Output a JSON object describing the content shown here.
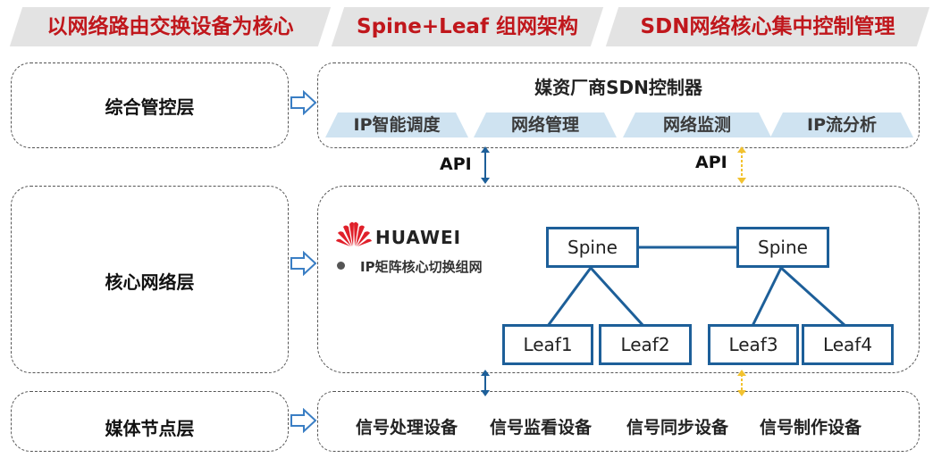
{
  "banners": [
    "以网络路由交换设备为核心",
    "Spine+Leaf 组网架构",
    "SDN网络核心集中控制管理"
  ],
  "layers": {
    "management": "综合管控层",
    "core": "核心网络层",
    "node": "媒体节点层"
  },
  "controller": {
    "title": "媒资厂商SDN控制器",
    "modules": [
      "IP智能调度",
      "网络管理",
      "网络监测",
      "IP流分析"
    ]
  },
  "api": [
    "API",
    "API"
  ],
  "core": {
    "brand": "HUAWEI",
    "bullet": "IP矩阵核心切换组网",
    "spines": [
      "Spine",
      "Spine"
    ],
    "leaves": [
      "Leaf1",
      "Leaf2",
      "Leaf3",
      "Leaf4"
    ]
  },
  "signals": [
    "信号处理设备",
    "信号监看设备",
    "信号同步设备",
    "信号制作设备"
  ],
  "colors": {
    "banner_text": "#c0171c",
    "banner_bg": "#e3e3e3",
    "node_border": "#1d5f99",
    "api_solid": "#1d5f99",
    "api_dashed": "#f2c230",
    "module_bg": "#cfe3f1",
    "arrow_outline": "#3a7ec4",
    "brand_red": "#e0202a"
  },
  "icons": [
    "huawei-logo-icon",
    "api-double-arrow-icon",
    "right-arrow-icon",
    "bullet-dot-icon"
  ]
}
